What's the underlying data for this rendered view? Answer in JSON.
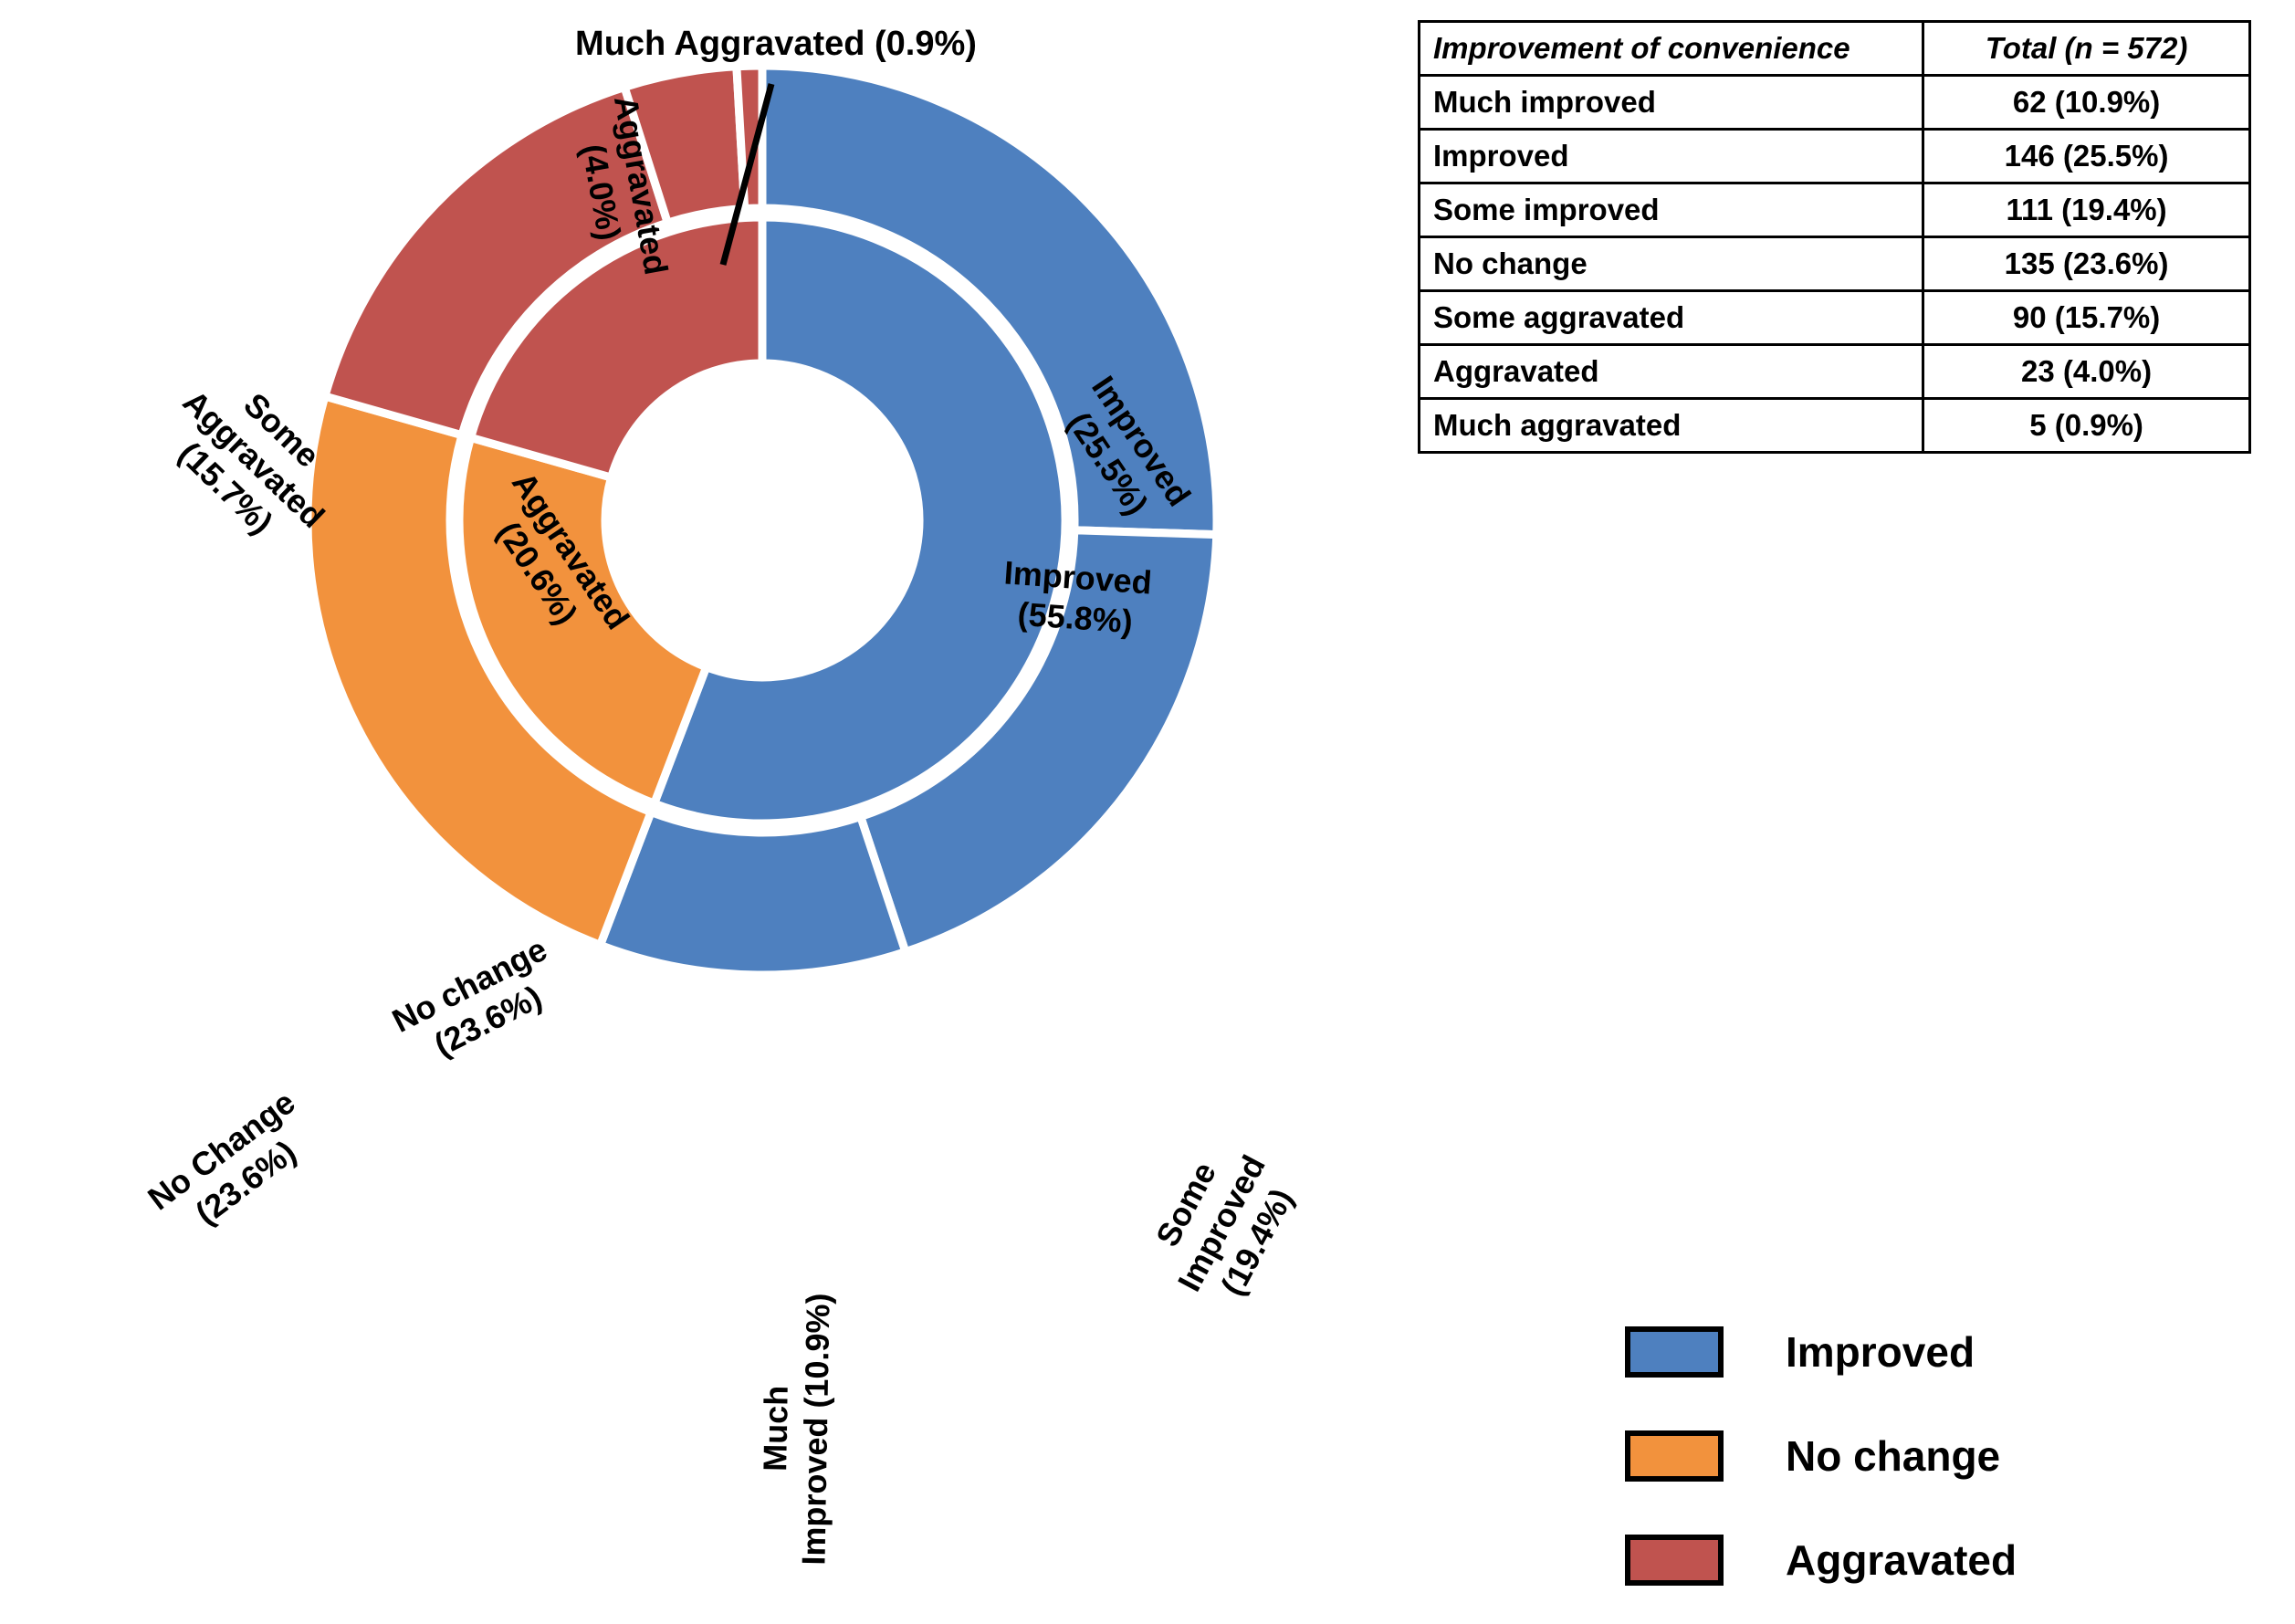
{
  "chart_data": {
    "type": "pie",
    "title": "",
    "subtype": "nested-donut",
    "legend_position": "bottom-right",
    "colors": {
      "improved": "#4E80BF",
      "no_change": "#F2923D",
      "aggravated": "#C0534F",
      "separator": "#FFFFFF"
    },
    "inner_ring": {
      "name": "Grouped categories",
      "categories": [
        "Improved",
        "No change",
        "Aggravated"
      ],
      "values": [
        55.8,
        23.6,
        20.6
      ],
      "labels": [
        {
          "line1": "Improved",
          "line2": "(55.8%)"
        },
        {
          "line1": "No change",
          "line2": "(23.6%)"
        },
        {
          "line1": "Aggravated",
          "line2": "(20.6%)"
        }
      ]
    },
    "outer_ring": {
      "name": "Detailed categories",
      "categories": [
        "Improved",
        "Some Improved",
        "Much Improved",
        "No Change",
        "Some Aggravated",
        "Aggravated",
        "Much Aggravated"
      ],
      "values": [
        25.5,
        19.4,
        10.9,
        23.6,
        15.7,
        4.0,
        0.9
      ],
      "counts": [
        146,
        111,
        62,
        135,
        90,
        23,
        5
      ],
      "labels": [
        {
          "line1": "Improved",
          "line2": "(25.5%)"
        },
        {
          "line1": "Some",
          "line2": "Improved",
          "line3": "(19.4%)"
        },
        {
          "line1": "Much",
          "line2": "Improved (10.9%)"
        },
        {
          "line1": "No Change",
          "line2": "(23.6%)"
        },
        {
          "line1": "Some",
          "line2": "Aggravated",
          "line3": "(15.7%)"
        },
        {
          "line1": "Aggravated",
          "line2": "(4.0%)"
        },
        {
          "line1": "Much Aggravated (0.9%)"
        }
      ]
    },
    "callout": {
      "text": "Much Aggravated (0.9%)",
      "target_slice": "Much Aggravated"
    }
  },
  "table": {
    "header": {
      "label": "Improvement of convenience",
      "value": "Total (n = 572)"
    },
    "rows": [
      {
        "label": "Much improved",
        "value": "62 (10.9%)"
      },
      {
        "label": "Improved",
        "value": "146 (25.5%)"
      },
      {
        "label": "Some improved",
        "value": "111 (19.4%)"
      },
      {
        "label": "No change",
        "value": "135 (23.6%)"
      },
      {
        "label": "Some aggravated",
        "value": "90 (15.7%)"
      },
      {
        "label": "Aggravated",
        "value": "23 (4.0%)"
      },
      {
        "label": "Much aggravated",
        "value": "5 (0.9%)"
      }
    ]
  },
  "legend": {
    "items": [
      {
        "label": "Improved",
        "color": "#4E80BF"
      },
      {
        "label": "No change",
        "color": "#F2923D"
      },
      {
        "label": "Aggravated",
        "color": "#C0534F"
      }
    ]
  },
  "slice_labels": {
    "outer_improved_l1": "Improved",
    "outer_improved_l2": "(25.5%)",
    "outer_some_improved_l1": "Some",
    "outer_some_improved_l2": "Improved",
    "outer_some_improved_l3": "(19.4%)",
    "outer_much_improved_l1": "Much",
    "outer_much_improved_l2": "Improved (10.9%)",
    "outer_no_change_l1": "No Change",
    "outer_no_change_l2": "(23.6%)",
    "outer_some_aggravated_l1": "Some",
    "outer_some_aggravated_l2": "Aggravated",
    "outer_some_aggravated_l3": "(15.7%)",
    "outer_aggravated_l1": "Aggravated",
    "outer_aggravated_l2": "(4.0%)",
    "inner_improved_l1": "Improved",
    "inner_improved_l2": "(55.8%)",
    "inner_no_change_l1": "No change",
    "inner_no_change_l2": "(23.6%)",
    "inner_aggravated_l1": "Aggravated",
    "inner_aggravated_l2": "(20.6%)",
    "callout": "Much Aggravated (0.9%)"
  }
}
